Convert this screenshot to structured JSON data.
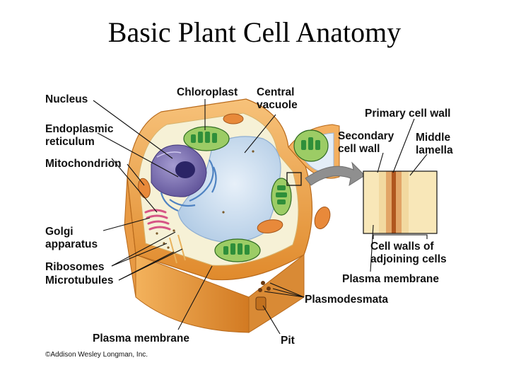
{
  "title": "Basic Plant Cell Anatomy",
  "labels": {
    "nucleus": "Nucleus",
    "er_line1": "Endoplasmic",
    "er_line2": "reticulum",
    "mitochondrion": "Mitochondrion",
    "golgi_line1": "Golgi",
    "golgi_line2": "apparatus",
    "ribosomes": "Ribosomes",
    "microtubules": "Microtubules",
    "plasma_membrane_bottom": "Plasma membrane",
    "chloroplast": "Chloroplast",
    "central_vacuole_line1": "Central",
    "central_vacuole_line2": "vacuole",
    "primary_cell_wall": "Primary cell wall",
    "secondary_cell_wall_line1": "Secondary",
    "secondary_cell_wall_line2": "cell wall",
    "middle_lamella_line1": "Middle",
    "middle_lamella_line2": "lamella",
    "cell_walls_line1": "Cell walls of",
    "cell_walls_line2": "adjoining cells",
    "plasma_membrane_right": "Plasma membrane",
    "plasmodesmata": "Plasmodesmata",
    "pit": "Pit"
  },
  "copyright": "©Addison Wesley Longman, Inc.",
  "colors": {
    "cell_wall": "#f2a84a",
    "cytoplasm": "#f6f1d6",
    "vacuole": "#c9dcef",
    "nucleus": "#7b6fae",
    "chloroplast": "#2f8f3a",
    "mitochondrion": "#e8893a",
    "golgi": "#e3719a",
    "er": "#4f83c2"
  }
}
